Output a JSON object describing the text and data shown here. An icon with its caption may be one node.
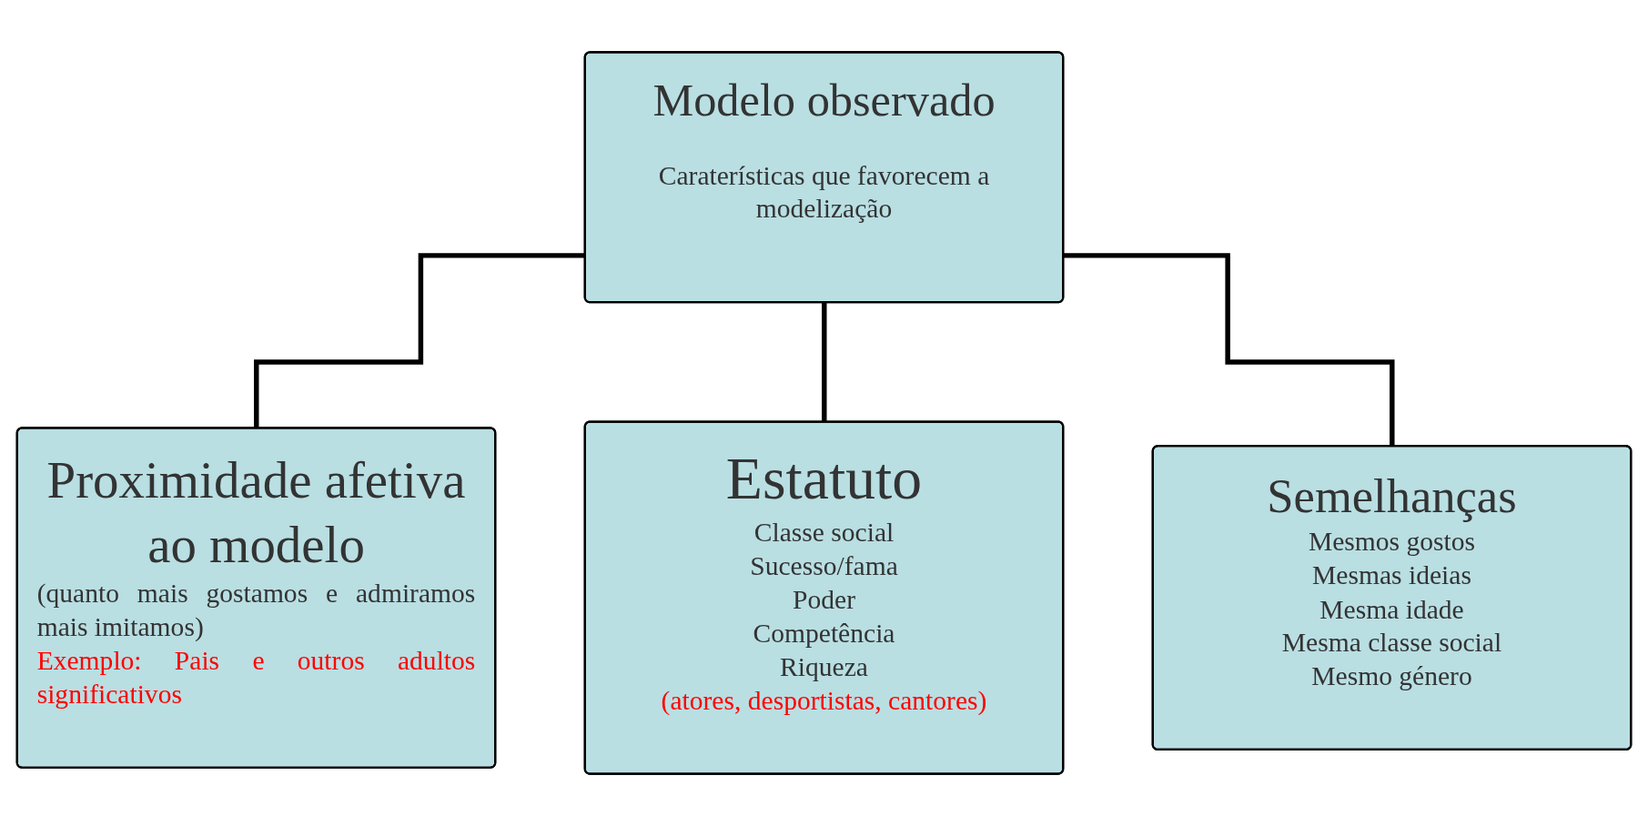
{
  "diagram": {
    "nodes": [
      {
        "text": [
          "Modelo observado",
          "Caraterísticas que favorecem a modelização"
        ]
      },
      {
        "text": [
          "Proximidade afetiva ao modelo",
          "(quanto mais gostamos e admiramos mais imitamos)",
          "Exemplo: Pais e outros adultos significativos"
        ]
      },
      {
        "text": [
          "Estatuto",
          "Classe social",
          "Sucesso/fama",
          "Poder",
          "Competência",
          "Riqueza",
          "(atores, desportistas, cantores)"
        ]
      },
      {
        "text": [
          "Semelhanças",
          "Mesmos gostos",
          "Mesmas ideias",
          "Mesma idade",
          "Mesma classe social",
          "Mesmo género"
        ]
      }
    ],
    "edges": [
      {
        "from": 0,
        "to": 1,
        "arrow": "none"
      },
      {
        "from": 0,
        "to": 2,
        "arrow": "none"
      },
      {
        "from": 0,
        "to": 3,
        "arrow": "none"
      }
    ]
  }
}
